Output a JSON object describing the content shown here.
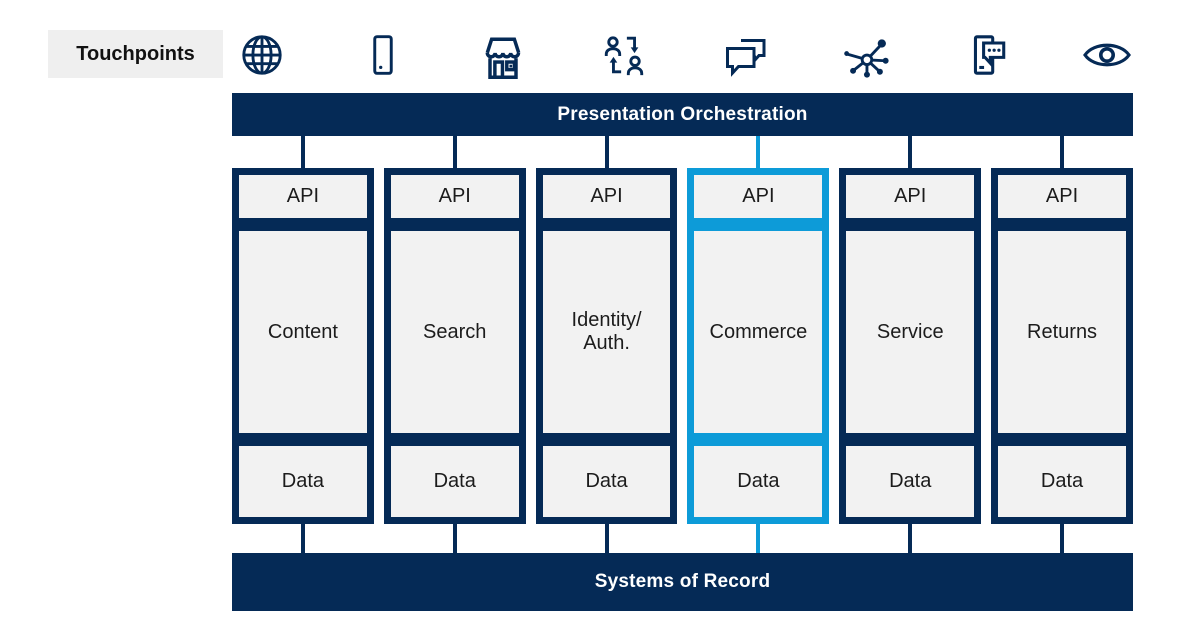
{
  "palette": {
    "navy": "#052A56",
    "highlight_blue": "#0D9BD8",
    "box_gray": "#F2F2F2",
    "label_gray": "#EFEFEF"
  },
  "touchpoints": {
    "label": "Touchpoints",
    "icons": [
      "globe-icon",
      "mobile-phone-icon",
      "storefront-icon",
      "people-exchange-icon",
      "chat-bubbles-icon",
      "network-hub-icon",
      "device-message-icon",
      "eye-icon"
    ]
  },
  "bars": {
    "top_label": "Presentation Orchestration",
    "bottom_label": "Systems of Record"
  },
  "columns": [
    {
      "api": "API",
      "service": "Content",
      "data": "Data",
      "highlighted": false
    },
    {
      "api": "API",
      "service": "Search",
      "data": "Data",
      "highlighted": false
    },
    {
      "api": "API",
      "service": "Identity/\nAuth.",
      "data": "Data",
      "highlighted": false
    },
    {
      "api": "API",
      "service": "Commerce",
      "data": "Data",
      "highlighted": true
    },
    {
      "api": "API",
      "service": "Service",
      "data": "Data",
      "highlighted": false
    },
    {
      "api": "API",
      "service": "Returns",
      "data": "Data",
      "highlighted": false
    }
  ]
}
